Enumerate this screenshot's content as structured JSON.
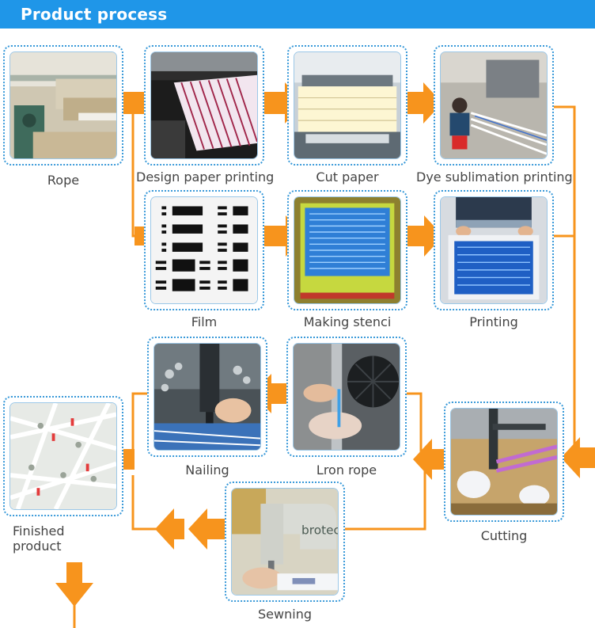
{
  "header": {
    "title": "Product process"
  },
  "steps": {
    "rope": "Rope",
    "design_paper_printing": "Design paper printing",
    "cut_paper": "Cut paper",
    "dye_sublimation_printing": "Dye sublimation printing",
    "film": "Film",
    "making_stenci": "Making stenci",
    "printing": "Printing",
    "nailing": "Nailing",
    "lron_rope": "Lron rope",
    "cutting": "Cutting",
    "sewning": "Sewning",
    "finished_line1": "Finished",
    "finished_line2": "product"
  },
  "colors": {
    "header": "#1f96e8",
    "connector": "#f7941d",
    "card_border": "#3a9ad9"
  },
  "machine_text": "brotec"
}
